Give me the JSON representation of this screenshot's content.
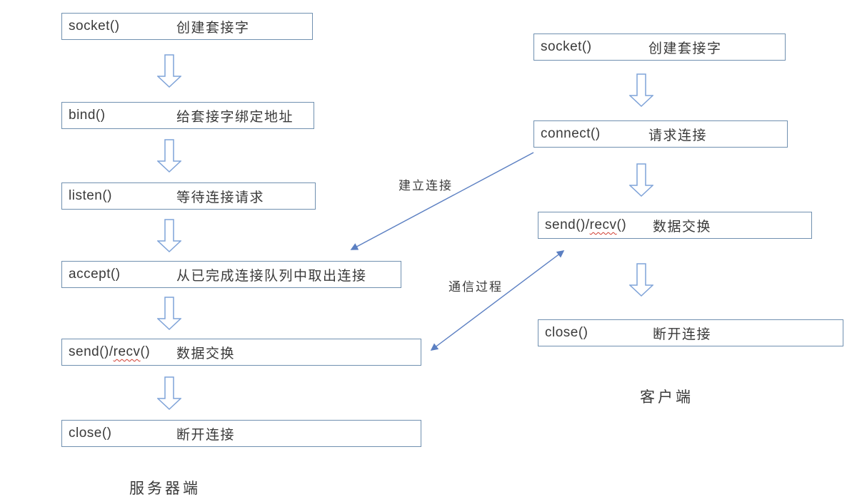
{
  "colors": {
    "background": "#ffffff",
    "box_border": "#7090b0",
    "block_arrow": "#7fa3d8",
    "connector": "#5b7fc2",
    "text": "#3a3a3a",
    "misspell_underline": "#d03b2f"
  },
  "server": {
    "label": "服务器端",
    "steps": [
      {
        "fn": "socket()",
        "desc": "创建套接字"
      },
      {
        "fn": "bind()",
        "desc": "给套接字绑定地址"
      },
      {
        "fn": "listen()",
        "desc": "等待连接请求"
      },
      {
        "fn": "accept()",
        "desc": "从已完成连接队列中取出连接"
      },
      {
        "fn_pre": "send()/",
        "fn_mark": "recv",
        "fn_post": "()",
        "desc": "数据交换"
      },
      {
        "fn": "close()",
        "desc": "断开连接"
      }
    ]
  },
  "client": {
    "label": "客户端",
    "steps": [
      {
        "fn": "socket()",
        "desc": "创建套接字"
      },
      {
        "fn": "connect()",
        "desc": "请求连接"
      },
      {
        "fn_pre": "send()/",
        "fn_mark": "recv",
        "fn_post": "()",
        "desc": "数据交换"
      },
      {
        "fn": "close()",
        "desc": "断开连接"
      }
    ]
  },
  "connector_labels": [
    {
      "label": "建立连接"
    },
    {
      "label": "通信过程"
    }
  ]
}
